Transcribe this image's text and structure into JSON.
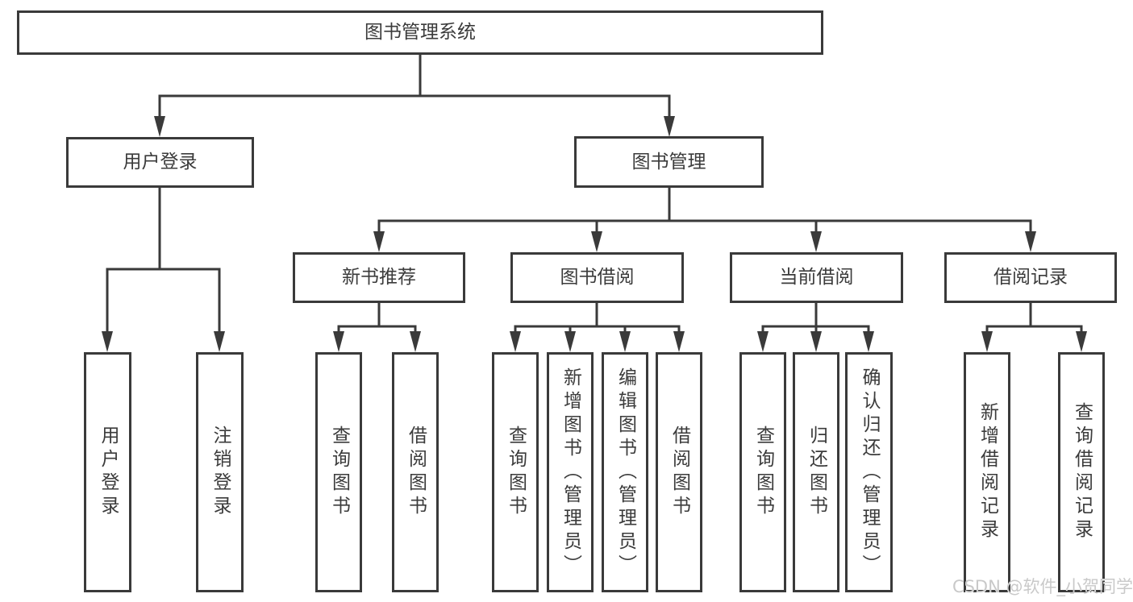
{
  "tree": {
    "root": {
      "label": "图书管理系统"
    },
    "children": [
      {
        "label": "用户登录",
        "children": [
          {
            "label": "用户登录"
          },
          {
            "label": "注销登录"
          }
        ]
      },
      {
        "label": "图书管理",
        "children": [
          {
            "label": "新书推荐",
            "children": [
              {
                "label": "查询图书"
              },
              {
                "label": "借阅图书"
              }
            ]
          },
          {
            "label": "图书借阅",
            "children": [
              {
                "label": "查询图书"
              },
              {
                "label": "新增图书（管理员）"
              },
              {
                "label": "编辑图书（管理员）"
              },
              {
                "label": "借阅图书"
              }
            ]
          },
          {
            "label": "当前借阅",
            "children": [
              {
                "label": "查询图书"
              },
              {
                "label": "归还图书"
              },
              {
                "label": "确认归还（管理员）"
              }
            ]
          },
          {
            "label": "借阅记录",
            "children": [
              {
                "label": "新增借阅记录"
              },
              {
                "label": "查询借阅记录"
              }
            ]
          }
        ]
      }
    ]
  },
  "watermark": "CSDN @软件_小贺同学",
  "colors": {
    "line": "#3a3a3a",
    "text": "#3b3b3b",
    "box_background": "#ffffff",
    "page_background": "#ffffff",
    "watermark": "#c9c9c9"
  }
}
